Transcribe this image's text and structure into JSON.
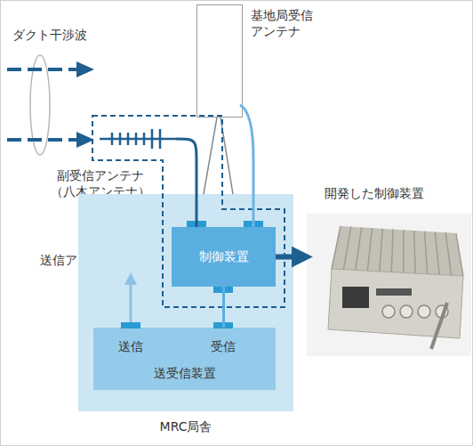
{
  "diagram": {
    "nodes": [
      {
        "text": [
          "基地局受信 アンテナ"
        ]
      },
      {
        "text": [
          "副受信アンテナ （八木アンテナ）"
        ]
      },
      {
        "text": [
          "MRC局舎"
        ]
      },
      {
        "text": [
          "制御装置"
        ],
        "in": 2
      },
      {
        "text": [
          "開発した制御装置"
        ]
      },
      {
        "text": [
          "送信",
          "受信",
          "送受信装置"
        ],
        "in": 2
      }
    ],
    "edges": [
      {
        "from": 1,
        "to": 3,
        "arrow": "none"
      },
      {
        "from": 0,
        "to": 3,
        "arrow": "none"
      },
      {
        "from": 3,
        "to": 5,
        "arrow": "none"
      },
      {
        "from": 3,
        "to": 4,
        "arrow": "to"
      }
    ],
    "labels": [
      "ダクト干渉波",
      "送信アンテナへ"
    ]
  }
}
